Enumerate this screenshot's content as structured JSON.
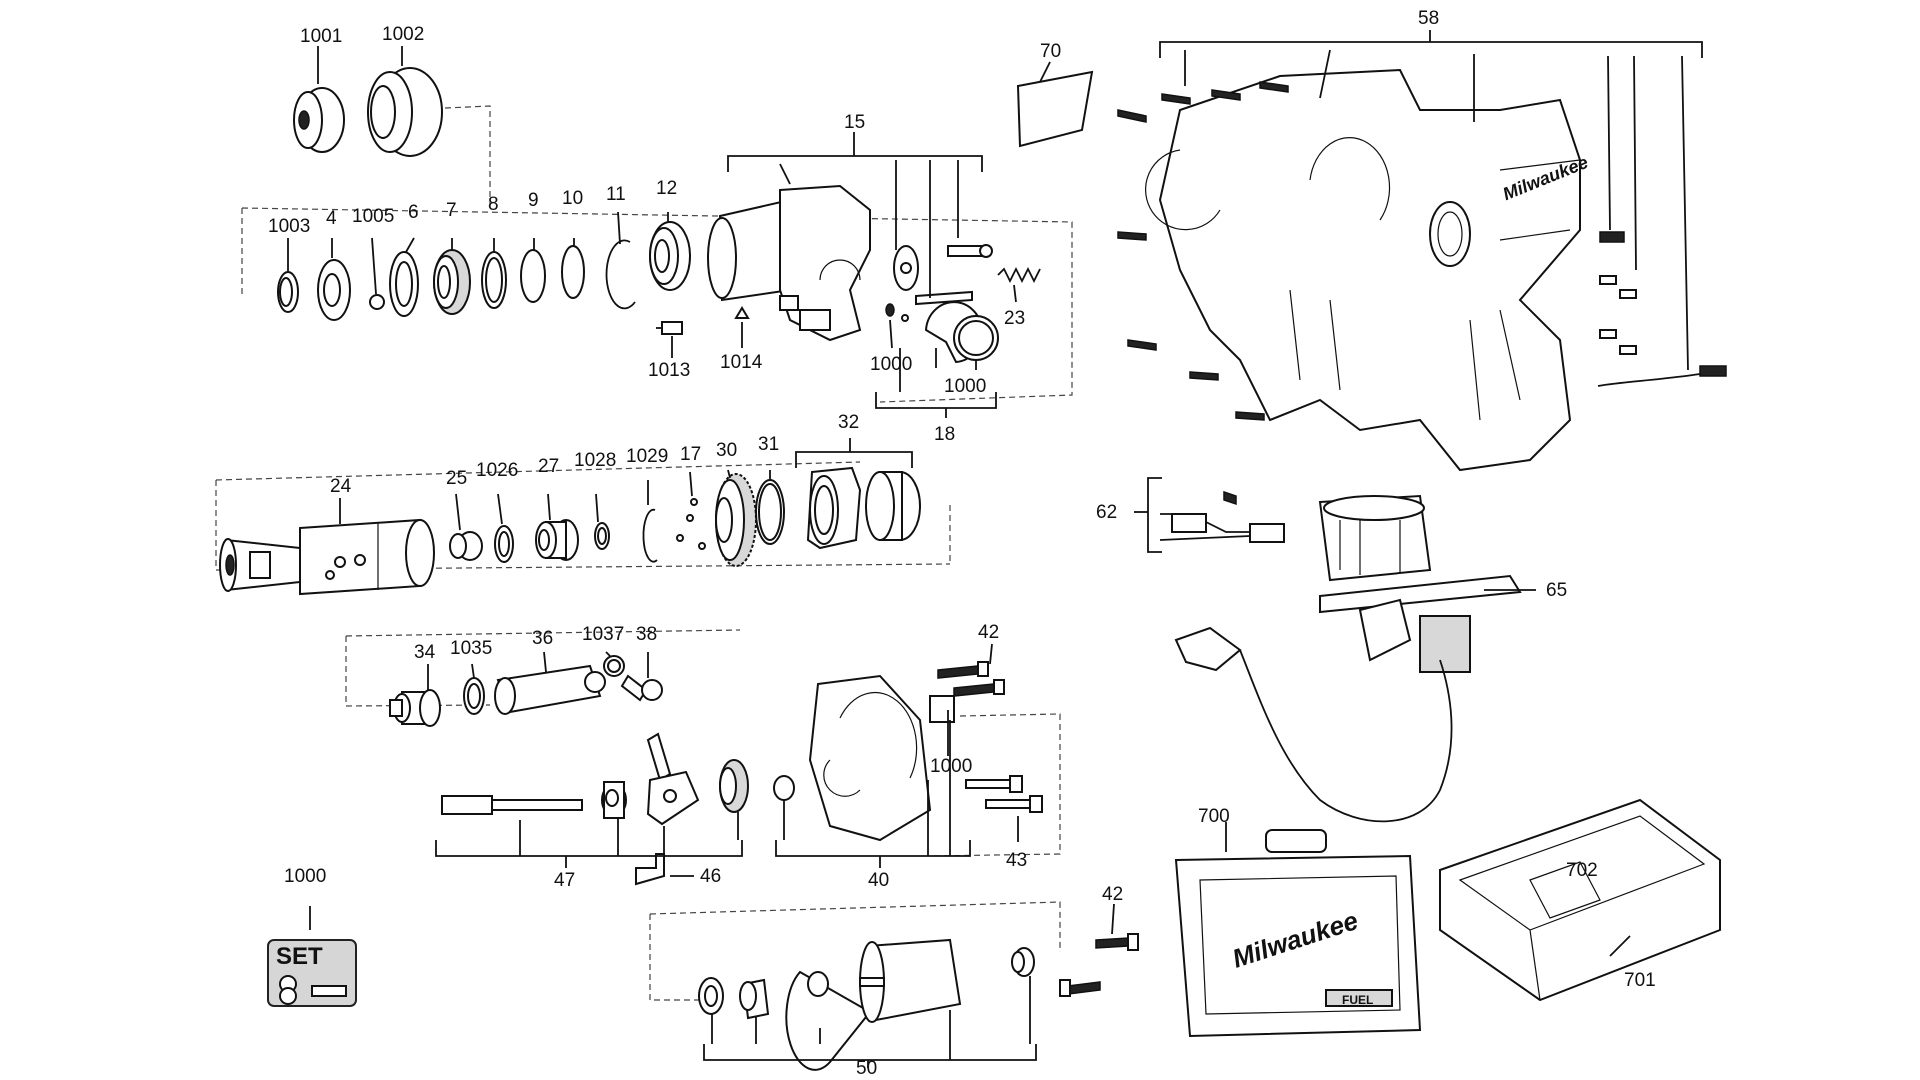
{
  "labels": {
    "l1001": "1001",
    "l1002": "1002",
    "l70": "70",
    "l58": "58",
    "l15": "15",
    "l1003": "1003",
    "l4": "4",
    "l1005": "1005",
    "l6": "6",
    "l7": "7",
    "l8": "8",
    "l9": "9",
    "l10": "10",
    "l11": "11",
    "l12": "12",
    "l23": "23",
    "l1013": "1013",
    "l1014": "1014",
    "l1000a": "1000",
    "l1000b": "1000",
    "l18": "18",
    "l32": "32",
    "l24": "24",
    "l25": "25",
    "l1026": "1026",
    "l27": "27",
    "l1028": "1028",
    "l1029": "1029",
    "l17": "17",
    "l30": "30",
    "l31": "31",
    "l62": "62",
    "l65": "65",
    "l34": "34",
    "l1035": "1035",
    "l36": "36",
    "l1037": "1037",
    "l38": "38",
    "l42a": "42",
    "l1000c": "1000",
    "l47": "47",
    "l46": "46",
    "l40": "40",
    "l43": "43",
    "l1000d": "1000",
    "l42b": "42",
    "l50": "50",
    "l700": "700",
    "l702": "702",
    "l701": "701"
  },
  "set_badge": "SET",
  "brand": "Milwaukee",
  "case_badge": "FUEL"
}
